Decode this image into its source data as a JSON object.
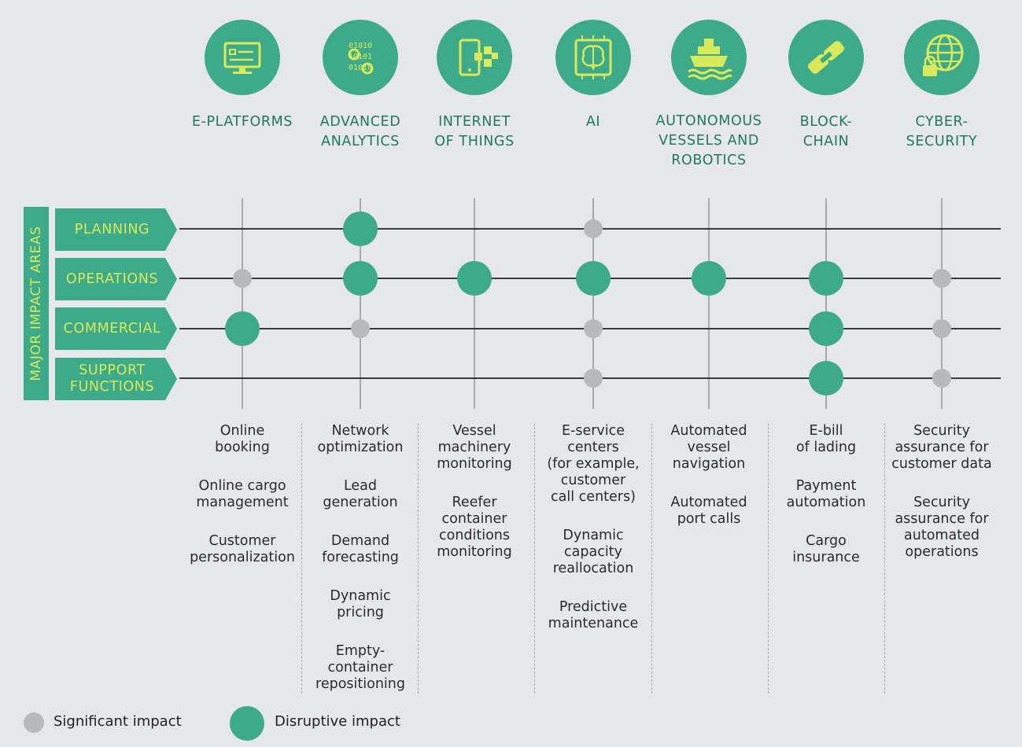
{
  "technologies": [
    {
      "title": [
        "E-PLATFORMS"
      ],
      "icon": "monitor-checklist-icon"
    },
    {
      "title": [
        "ADVANCED",
        "ANALYTICS"
      ],
      "icon": "binary-gears-icon"
    },
    {
      "title": [
        "INTERNET",
        "OF THINGS"
      ],
      "icon": "smartphone-network-icon"
    },
    {
      "title": [
        "AI"
      ],
      "icon": "brain-chip-icon"
    },
    {
      "title": [
        "AUTONOMOUS",
        "VESSELS AND",
        "ROBOTICS"
      ],
      "icon": "ship-icon"
    },
    {
      "title": [
        "BLOCK-",
        "CHAIN"
      ],
      "icon": "chain-link-icon"
    },
    {
      "title": [
        "CYBER-",
        "SECURITY"
      ],
      "icon": "globe-lock-icon"
    }
  ],
  "impact_axis_label": "MAJOR IMPACT AREAS",
  "impact_areas": [
    {
      "label": [
        "PLANNING"
      ]
    },
    {
      "label": [
        "OPERATIONS"
      ]
    },
    {
      "label": [
        "COMMERCIAL"
      ]
    },
    {
      "label": [
        "SUPPORT",
        "FUNCTIONS"
      ]
    }
  ],
  "impact_matrix": [
    [
      "none",
      "disruptive",
      "none",
      "significant",
      "none",
      "none",
      "none"
    ],
    [
      "significant",
      "disruptive",
      "disruptive",
      "disruptive",
      "disruptive",
      "disruptive",
      "significant"
    ],
    [
      "disruptive",
      "significant",
      "none",
      "significant",
      "none",
      "disruptive",
      "significant"
    ],
    [
      "none",
      "none",
      "none",
      "significant",
      "none",
      "disruptive",
      "significant"
    ]
  ],
  "use_cases": [
    [
      [
        "Online",
        "booking"
      ],
      [
        "Online cargo",
        "management"
      ],
      [
        "Customer",
        "personalization"
      ]
    ],
    [
      [
        "Network",
        "optimization"
      ],
      [
        "Lead",
        "generation"
      ],
      [
        "Demand",
        "forecasting"
      ],
      [
        "Dynamic",
        "pricing"
      ],
      [
        "Empty-",
        "container",
        "repositioning"
      ]
    ],
    [
      [
        "Vessel",
        "machinery",
        "monitoring"
      ],
      [
        "Reefer",
        "container",
        "conditions",
        "monitoring"
      ]
    ],
    [
      [
        "E-service",
        "centers",
        "(for example,",
        "customer",
        "call centers)"
      ],
      [
        "Dynamic",
        "capacity",
        "reallocation"
      ],
      [
        "Predictive",
        "maintenance"
      ]
    ],
    [
      [
        "Automated",
        "vessel",
        "navigation"
      ],
      [
        "Automated",
        "port calls"
      ]
    ],
    [
      [
        "E-bill",
        "of lading"
      ],
      [
        "Payment",
        "automation"
      ],
      [
        "Cargo",
        "insurance"
      ]
    ],
    [
      [
        "Security",
        "assurance for",
        "customer data"
      ],
      [
        "Security",
        "assurance for",
        "automated",
        "operations"
      ]
    ]
  ],
  "legend": {
    "significant": "Significant impact",
    "disruptive": "Disruptive impact"
  },
  "colors": {
    "green": "#3daa8a",
    "dark_green_text": "#1f7a5e",
    "yellow_text": "#d9e95a",
    "gray_dot": "#b6b9bd",
    "background": "#e6e7e8"
  }
}
